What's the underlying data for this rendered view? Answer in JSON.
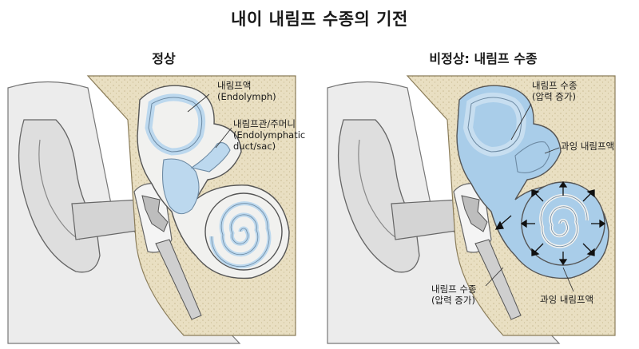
{
  "title": "내이 내림프 수종의 기전",
  "normal": {
    "heading": "정상",
    "endolymph_label": "내림프액",
    "endolymph_sub": "(Endolymph)",
    "duct_label": "내림프관/주머니",
    "duct_sub1": "(Endolymphatic",
    "duct_sub2": "duct/sac)"
  },
  "abnormal": {
    "heading": "비정상: 내림프 수종",
    "hydrops_top_1": "내림프 수종",
    "hydrops_top_2": "(압력 증가)",
    "excess_top": "과잉 내림프액",
    "hydrops_bottom_1": "내림프 수종",
    "hydrops_bottom_2": "(압력 증가)",
    "excess_bottom": "과잉 내림프액"
  },
  "colors": {
    "bone": "#e9dfc2",
    "bone_dots": "#c9bb93",
    "skin": "#e6e6e6",
    "outline": "#555555",
    "endolymph": "#bcd8ee",
    "endolymph_swollen": "#a9cde9",
    "membrane": "#f1f1ef"
  }
}
